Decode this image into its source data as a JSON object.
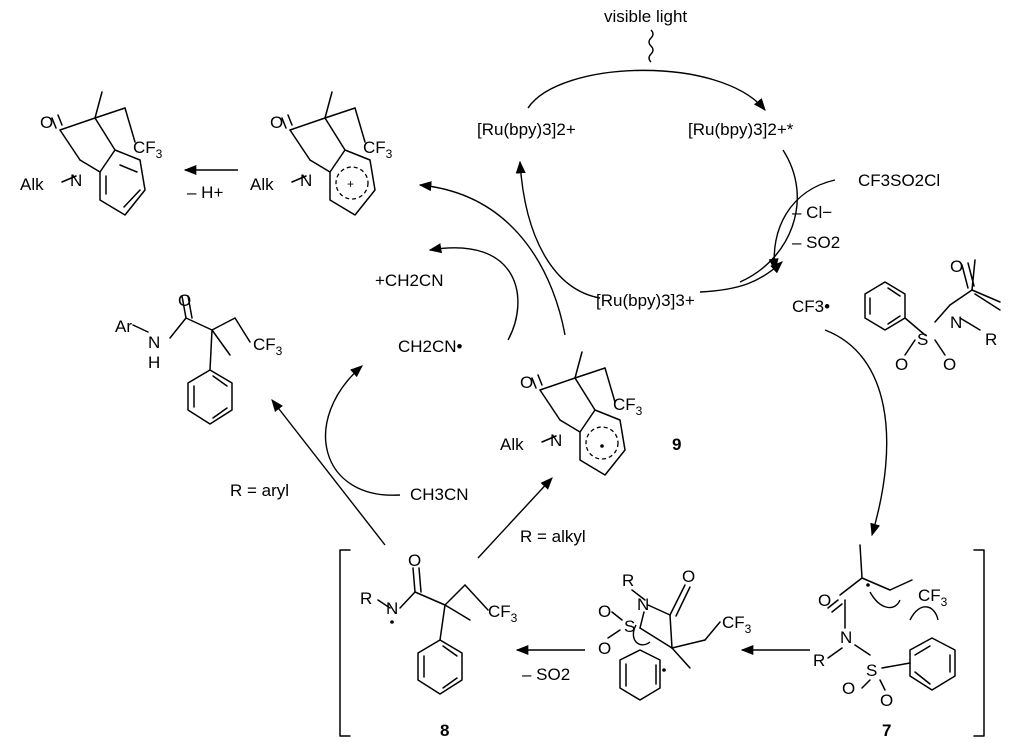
{
  "catalytic_cycle": {
    "light": "visible light",
    "ru_ground": "[Ru(bpy)3]2+",
    "ru_excited": "[Ru(bpy)3]2+*",
    "ru_oxidized": "[Ru(bpy)3]3+"
  },
  "reagents": {
    "triflyl_chloride": "CF3SO2Cl",
    "loss_cl": "– Cl−",
    "loss_so2_top": "– SO2",
    "cf3_radical": "CF3•",
    "ch2cn_cation": "+CH2CN",
    "ch2cn_radical": "CH2CN•",
    "acetonitrile": "CH3CN",
    "loss_proton": "– H+",
    "loss_so2_bottom": "– SO2"
  },
  "conditions": {
    "aryl_branch": "R = aryl",
    "alkyl_branch": "R = alkyl"
  },
  "compound_labels": {
    "radical_7": "7",
    "radical_8": "8",
    "radical_9": "9"
  },
  "atom_labels": {
    "O": "O",
    "N": "N",
    "S": "S",
    "H": "H",
    "CF3": "CF3",
    "Alk": "Alk",
    "Ar": "Ar",
    "R": "R"
  }
}
